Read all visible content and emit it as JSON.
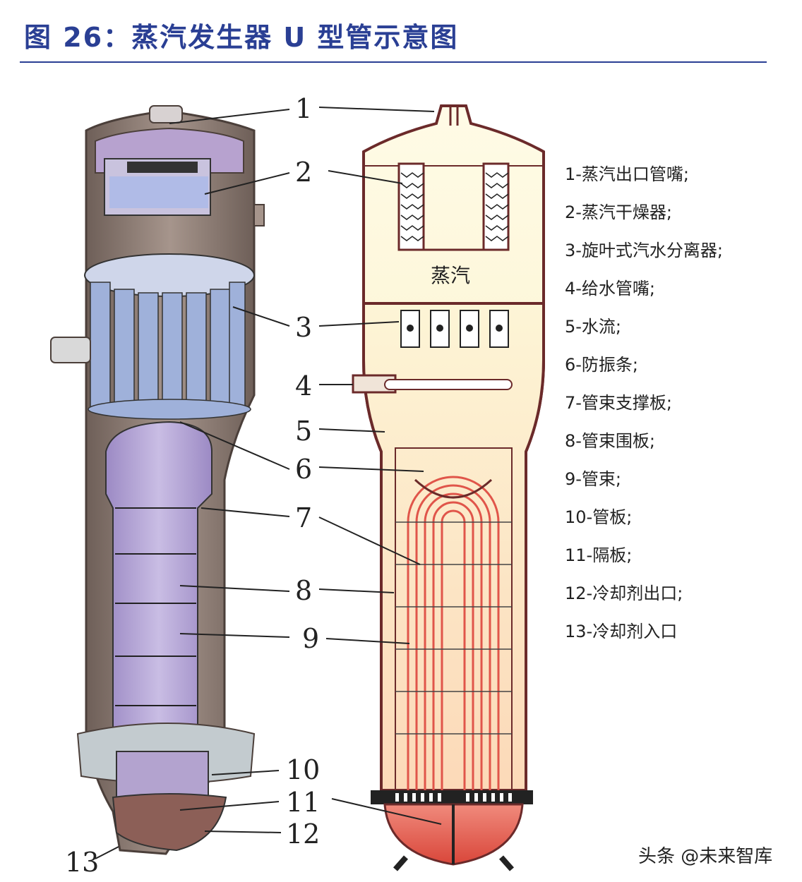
{
  "title": "图 26：蒸汽发生器 U 型管示意图",
  "callout_numbers": [
    "1",
    "2",
    "3",
    "4",
    "5",
    "6",
    "7",
    "8",
    "9",
    "10",
    "11",
    "12",
    "13"
  ],
  "legend": [
    "1-蒸汽出口管嘴;",
    "2-蒸汽干燥器;",
    "3-旋叶式汽水分离器;",
    "4-给水管嘴;",
    "5-水流;",
    "6-防振条;",
    "7-管束支撑板;",
    "8-管束围板;",
    "9-管束;",
    "10-管板;",
    "11-隔板;",
    "12-冷却剂出口;",
    "13-冷却剂入口"
  ],
  "steam_label": "蒸汽",
  "watermark": "头条 @未来智库",
  "colors": {
    "title": "#2a3f94",
    "shell": "#8a7a72",
    "lavender": "#b8a9d6",
    "steam_zone": "#fbf2c8",
    "tube_zone": "#fde6c8",
    "tubes": "#e0554a",
    "plenum": "#e86a5c"
  }
}
